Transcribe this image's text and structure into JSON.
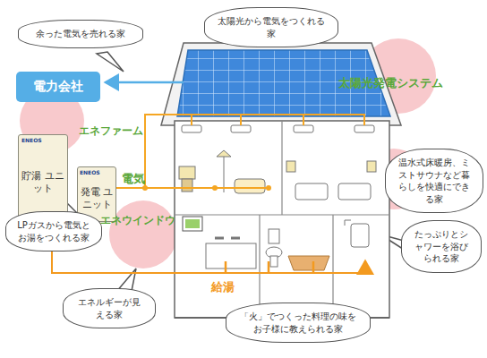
{
  "diagram": {
    "nodes": [
      {
        "text": [
          "余った電気を売れる家"
        ]
      },
      {
        "text": [
          "太陽光から電気をつくれる家"
        ]
      },
      {
        "text": [
          "電力会社"
        ]
      },
      {
        "text": [
          "貯湯 ユニット"
        ]
      },
      {
        "text": [
          "発電 ユニット"
        ]
      },
      {
        "text": [
          "温水式床暖房、ミストサウナなど暮らしを快適にできる家"
        ]
      },
      {
        "text": [
          "LPガスから電気とお湯をつくれる家"
        ]
      },
      {
        "text": [
          "たっぷりとシャワーを浴びられる家"
        ]
      },
      {
        "text": [
          "エネルギーが見える家"
        ]
      },
      {
        "text": [
          "「火」でつくった料理の味をお子様に教えられる家"
        ]
      }
    ],
    "labels": [
      "太陽光発電システム",
      "エネファーム",
      "電気",
      "エネウインドウ",
      "給湯",
      "ENEOS",
      "ENEOS"
    ]
  }
}
